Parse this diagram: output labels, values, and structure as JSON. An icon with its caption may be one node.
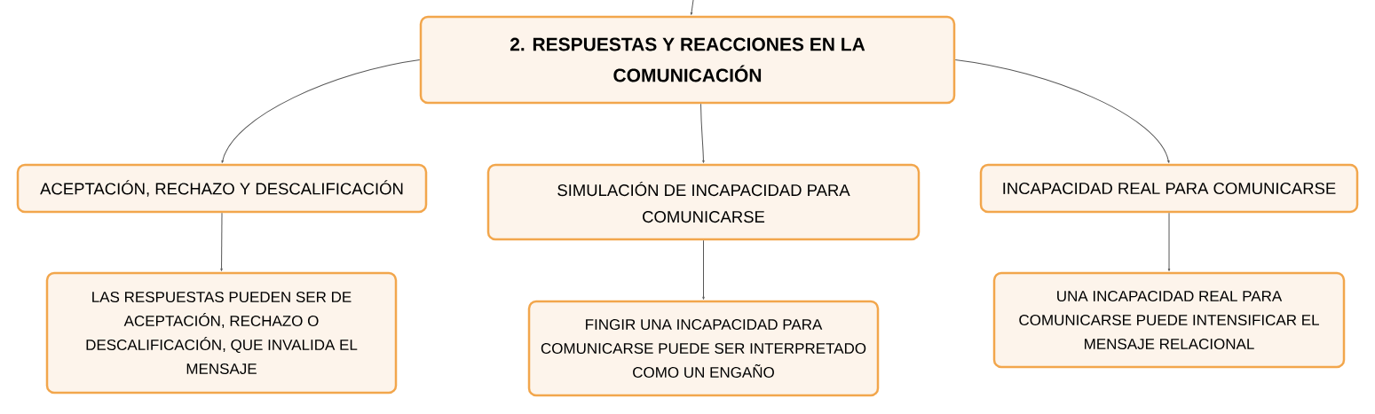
{
  "diagram": {
    "nodes": [
      {
        "text": [
          "2. RESPUESTAS Y REACCIONES EN LA COMUNICACIÓN"
        ]
      },
      {
        "text": [
          "ACEPTACIÓN, RECHAZO Y DESCALIFICACIÓN"
        ]
      },
      {
        "text": [
          "SIMULACIÓN DE INCAPACIDAD PARA COMUNICARSE"
        ]
      },
      {
        "text": [
          "INCAPACIDAD REAL PARA COMUNICARSE"
        ]
      },
      {
        "text": [
          "LAS RESPUESTAS PUEDEN SER DE ACEPTACIÓN, RECHAZO O DESCALIFICACIÓN, QUE INVALIDA EL MENSAJE"
        ]
      },
      {
        "text": [
          "FINGIR UNA INCAPACIDAD PARA COMUNICARSE PUEDE SER INTERPRETADO COMO UN ENGAÑO"
        ]
      },
      {
        "text": [
          "UNA INCAPACIDAD REAL PARA COMUNICARSE PUEDE INTENSIFICAR EL MENSAJE RELACIONAL"
        ]
      }
    ],
    "edges": [
      {
        "from": null,
        "to": 0,
        "arrow": "to"
      },
      {
        "from": 0,
        "to": 1,
        "arrow": "to"
      },
      {
        "from": 0,
        "to": 2,
        "arrow": "to"
      },
      {
        "from": 0,
        "to": 3,
        "arrow": "to"
      },
      {
        "from": 1,
        "to": 4,
        "arrow": "to"
      },
      {
        "from": 2,
        "to": 5,
        "arrow": "to"
      },
      {
        "from": 3,
        "to": 6,
        "arrow": "to"
      }
    ]
  }
}
